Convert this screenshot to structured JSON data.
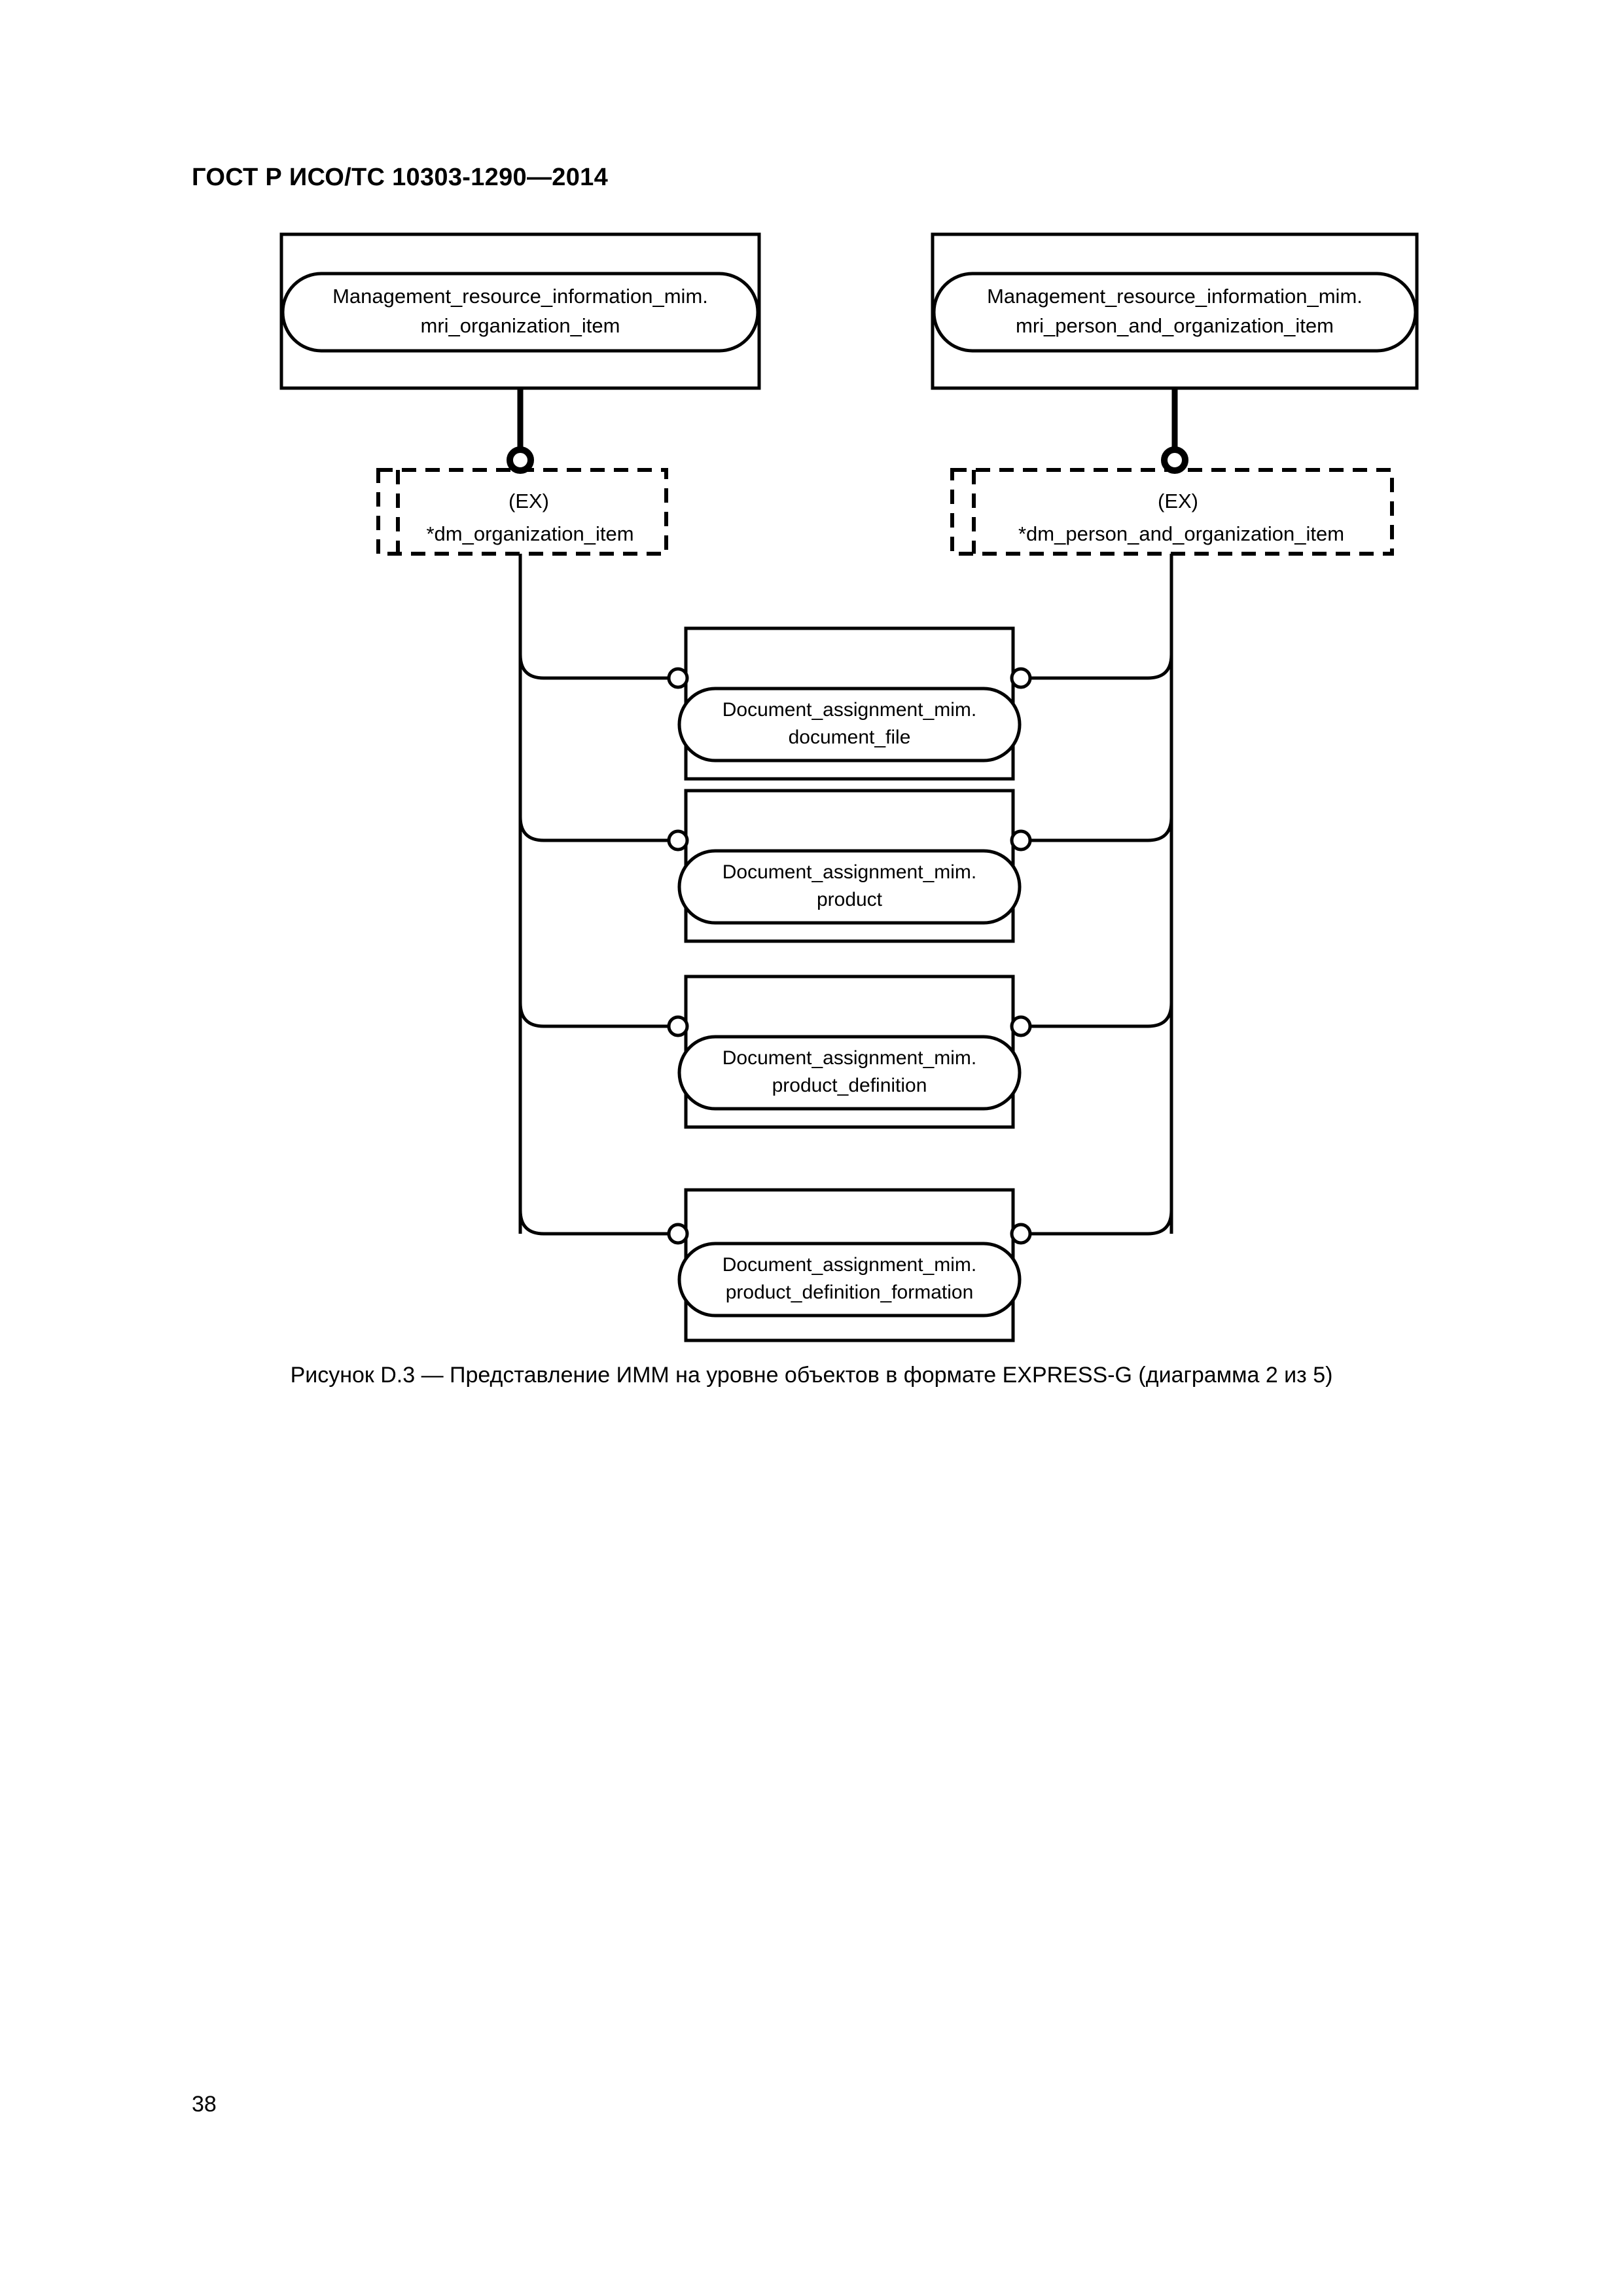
{
  "document": {
    "header": "ГОСТ Р ИСО/ТС 10303-1290—2014",
    "page_number": "38",
    "figure_caption": "Рисунок D.3 — Представление ИММ на уровне объектов в формате EXPRESS-G (диаграмма 2 из 5)"
  },
  "colors": {
    "ink": "#000000",
    "paper": "#ffffff"
  },
  "diagram": {
    "notation": "EXPRESS-G",
    "schema_boxes": [
      {
        "id": "mri-organization-item",
        "line1": "Management_resource_information_mim.",
        "line2": "mri_organization_item"
      },
      {
        "id": "mri-person-and-organization-item",
        "line1": "Management_resource_information_mim.",
        "line2": "mri_person_and_organization_item"
      }
    ],
    "express_boxes": [
      {
        "id": "dm-organization-item",
        "tag": "(EX)",
        "name": "*dm_organization_item"
      },
      {
        "id": "dm-person-and-organization-item",
        "tag": "(EX)",
        "name": "*dm_person_and_organization_item"
      }
    ],
    "entity_boxes": [
      {
        "id": "document-file",
        "line1": "Document_assignment_mim.",
        "line2": "document_file"
      },
      {
        "id": "product",
        "line1": "Document_assignment_mim.",
        "line2": "product"
      },
      {
        "id": "product-definition",
        "line1": "Document_assignment_mim.",
        "line2": "product_definition"
      },
      {
        "id": "product-definition-formation",
        "line1": "Document_assignment_mim.",
        "line2": "product_definition_formation"
      }
    ]
  }
}
